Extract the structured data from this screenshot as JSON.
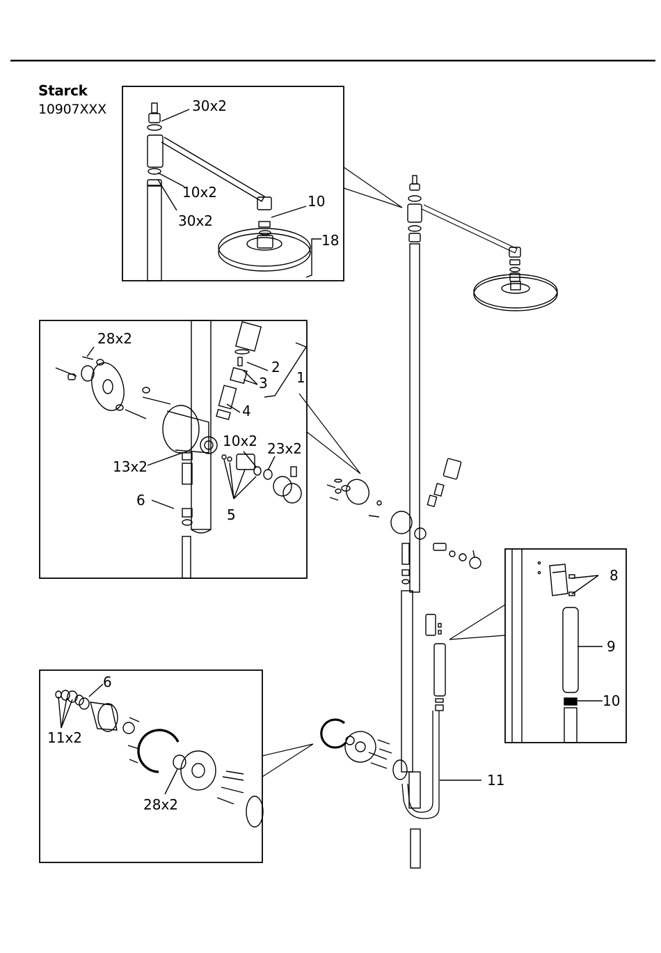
{
  "header": {
    "brand": "Starck",
    "model": "10907XXX"
  },
  "callouts": {
    "top": {
      "c30x2_a": "30x2",
      "c10x2": "10x2",
      "c30x2_b": "30x2",
      "c10": "10",
      "c18": "18"
    },
    "mixer": {
      "c28x2": "28x2",
      "c2": "2",
      "c3": "3",
      "c1": "1",
      "c4": "4",
      "c10x2": "10x2",
      "c23x2": "23x2",
      "c13x2": "13x2",
      "c5": "5",
      "c6": "6"
    },
    "hand": {
      "c8": "8",
      "c9": "9",
      "c10": "10"
    },
    "bottom": {
      "c6": "6",
      "c11x2": "11x2",
      "c28x2": "28x2"
    },
    "main": {
      "c11": "11"
    }
  }
}
